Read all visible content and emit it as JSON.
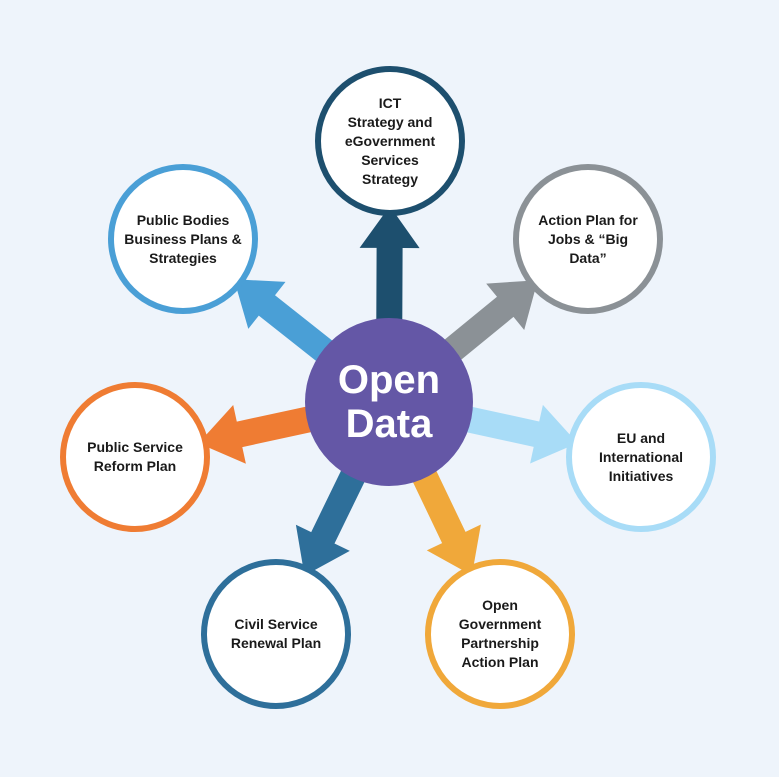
{
  "center": {
    "label": "Open\nData",
    "color": "#6457a6"
  },
  "nodes": [
    {
      "id": "ict",
      "label": "ICT\nStrategy and\neGovernment\nServices\nStrategy",
      "color": "#1d4f6e"
    },
    {
      "id": "action-plan",
      "label": "Action Plan for\nJobs & “Big Data”",
      "color": "#8b9196"
    },
    {
      "id": "eu",
      "label": "EU and\nInternational\nInitiatives",
      "color": "#a8dcf7"
    },
    {
      "id": "open-gov",
      "label": "Open\nGovernment\nPartnership\nAction Plan",
      "color": "#f0a83a"
    },
    {
      "id": "civil-service",
      "label": "Civil Service\nRenewal Plan",
      "color": "#2e6f9a"
    },
    {
      "id": "public-service",
      "label": "Public Service\nReform Plan",
      "color": "#ef7c33"
    },
    {
      "id": "public-bodies",
      "label": "Public Bodies\nBusiness Plans &\nStrategies",
      "color": "#4a9fd6"
    }
  ]
}
